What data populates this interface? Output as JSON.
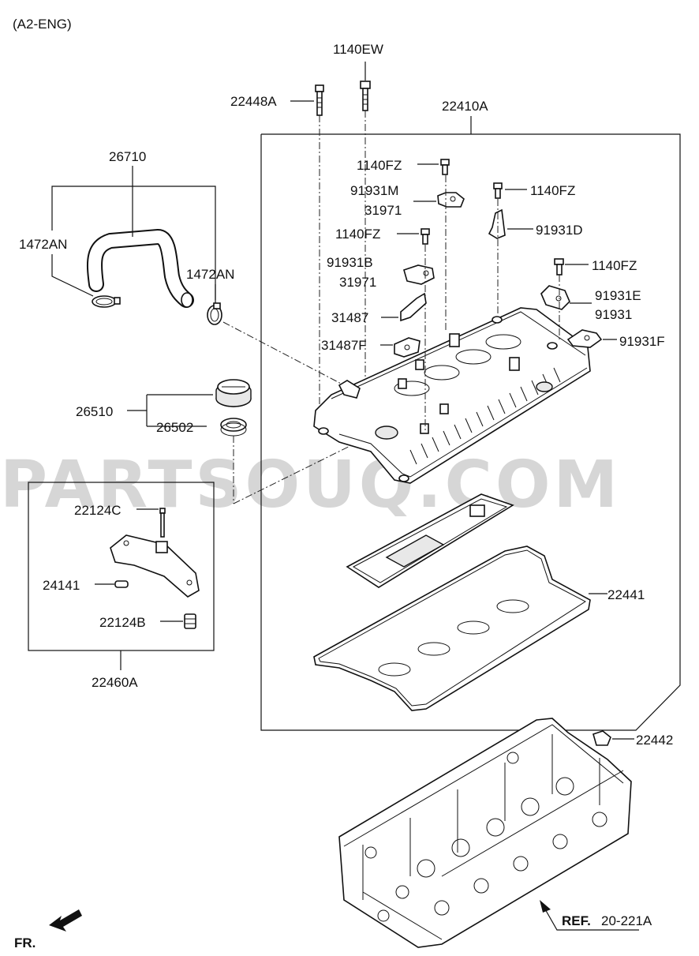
{
  "header": {
    "variant": "(A2-ENG)"
  },
  "watermark": "PARTSOUQ.COM",
  "labels": {
    "p1140EW": "1140EW",
    "p22448A": "22448A",
    "p22410A": "22410A",
    "p26710": "26710",
    "p1472AN_left": "1472AN",
    "p1472AN_right": "1472AN",
    "p1140FZ_1": "1140FZ",
    "p91931M": "91931M",
    "p31971_1": "31971",
    "p1140FZ_2": "1140FZ",
    "p91931D": "91931D",
    "p1140FZ_3": "1140FZ",
    "p91931B": "91931B",
    "p31971_2": "31971",
    "p1140FZ_4": "1140FZ",
    "p91931E": "91931E",
    "p91931": "91931",
    "p31487": "31487",
    "p31487F": "31487F",
    "p91931F": "91931F",
    "p26510": "26510",
    "p26502": "26502",
    "p22124C": "22124C",
    "p24141": "24141",
    "p22124B": "22124B",
    "p22460A": "22460A",
    "p22441": "22441",
    "p22442": "22442"
  },
  "reference": {
    "prefix": "REF.",
    "code": "20-221A"
  },
  "direction": {
    "label": "FR."
  },
  "icons": {
    "front_arrow": "front-arrow-icon"
  }
}
